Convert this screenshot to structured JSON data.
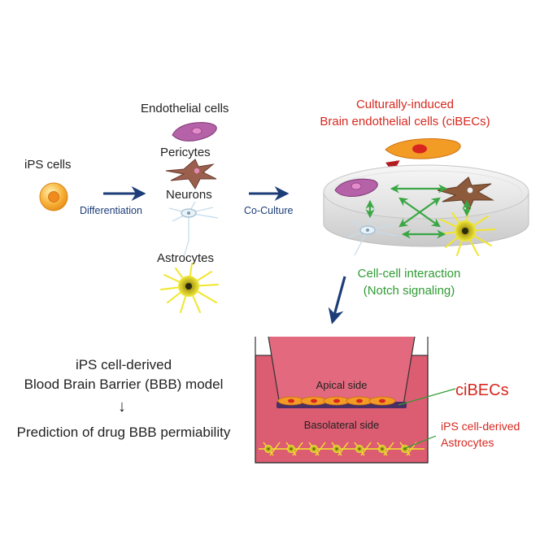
{
  "labels": {
    "ips_cells": "iPS cells",
    "differentiation": "Differentiation",
    "endothelial": "Endothelial cells",
    "pericytes": "Pericytes",
    "neurons": "Neurons",
    "astrocytes": "Astrocytes",
    "coculture": "Co-Culture",
    "cibecs_line1": "Culturally-induced",
    "cibecs_line2": "Brain endothelial cells (ciBECs)",
    "interaction_line1": "Cell-cell interaction",
    "interaction_line2": "(Notch signaling)",
    "model_line1": "iPS cell-derived",
    "model_line2": "Blood Brain Barrier (BBB) model",
    "model_arrow": "↓",
    "prediction": "Prediction of drug BBB permiability",
    "apical": "Apical side",
    "basolateral": "Basolateral side",
    "cibecs": "ciBECs",
    "ips_astro_line1": "iPS cell-derived",
    "ips_astro_line2": "Astrocytes"
  },
  "colors": {
    "red": "#d7281f",
    "green": "#2f9b34",
    "navy": "#1d3d78",
    "dark": "#222222",
    "medium": "#dc5c72"
  }
}
